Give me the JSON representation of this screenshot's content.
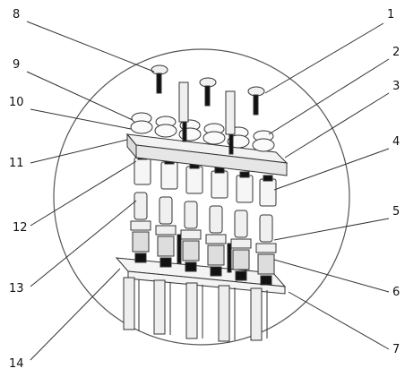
{
  "callouts": [
    {
      "label": "1",
      "side": "right"
    },
    {
      "label": "2",
      "side": "right"
    },
    {
      "label": "3",
      "side": "right"
    },
    {
      "label": "4",
      "side": "right"
    },
    {
      "label": "5",
      "side": "right"
    },
    {
      "label": "6",
      "side": "right"
    },
    {
      "label": "7",
      "side": "right"
    },
    {
      "label": "8",
      "side": "left"
    },
    {
      "label": "9",
      "side": "left"
    },
    {
      "label": "10",
      "side": "left"
    },
    {
      "label": "11",
      "side": "left"
    },
    {
      "label": "12",
      "side": "left"
    },
    {
      "label": "13",
      "side": "left"
    },
    {
      "label": "14",
      "side": "left"
    }
  ],
  "colors": {
    "line": "#333333",
    "dark": "#111111",
    "fill": "#eeeeee"
  }
}
